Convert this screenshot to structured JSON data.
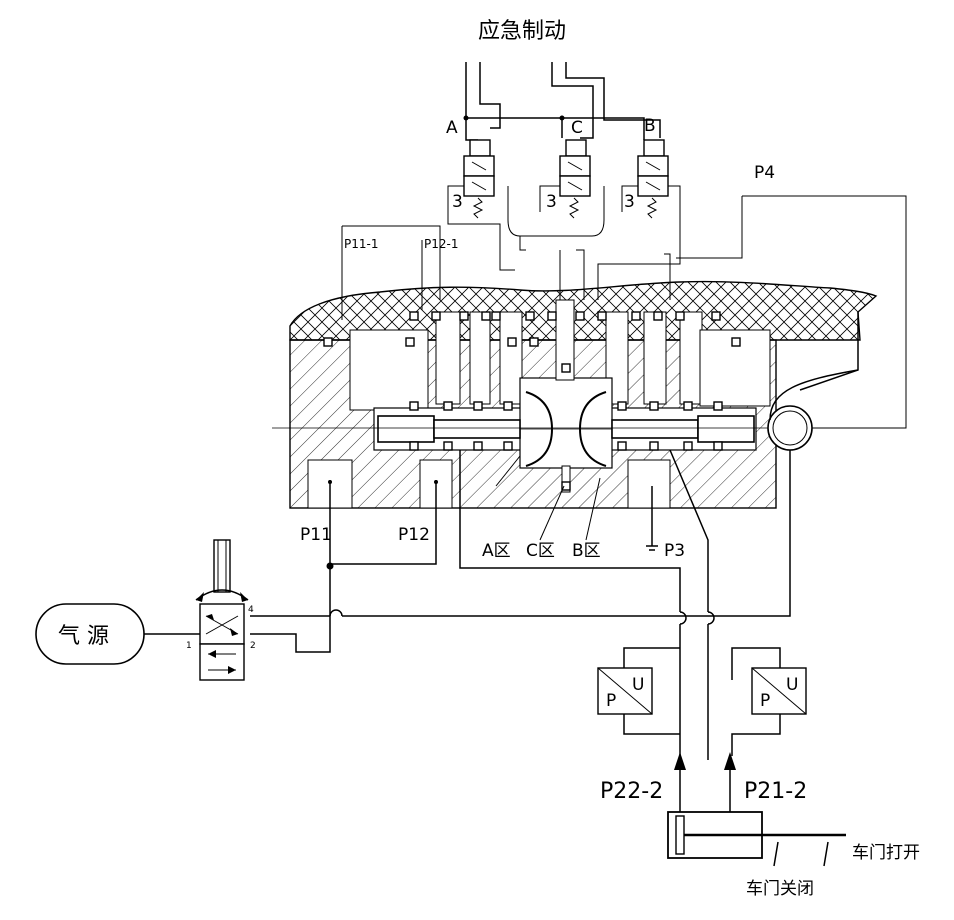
{
  "labels": {
    "emergency_brake": "应急制动",
    "port_a": "A",
    "port_b": "B",
    "port_c": "C",
    "valve_a_exhaust": "3",
    "valve_c_exhaust": "3",
    "valve_b_exhaust": "3",
    "p4": "P4",
    "p11_1": "P11-1",
    "p12_1": "P12-1",
    "p11": "P11",
    "p12": "P12",
    "zone_a": "A区",
    "zone_c": "C区",
    "zone_b": "B区",
    "p3": "P3",
    "air_source": "气 源",
    "hand_valve_port_1": "1",
    "hand_valve_port_2": "2",
    "hand_valve_port_4": "4",
    "pu_left_p": "P",
    "pu_left_u": "U",
    "pu_right_p": "P",
    "pu_right_u": "U",
    "p22_2": "P22-2",
    "p21_2": "P21-2",
    "door_open": "车门打开",
    "door_close": "车门关闭"
  }
}
